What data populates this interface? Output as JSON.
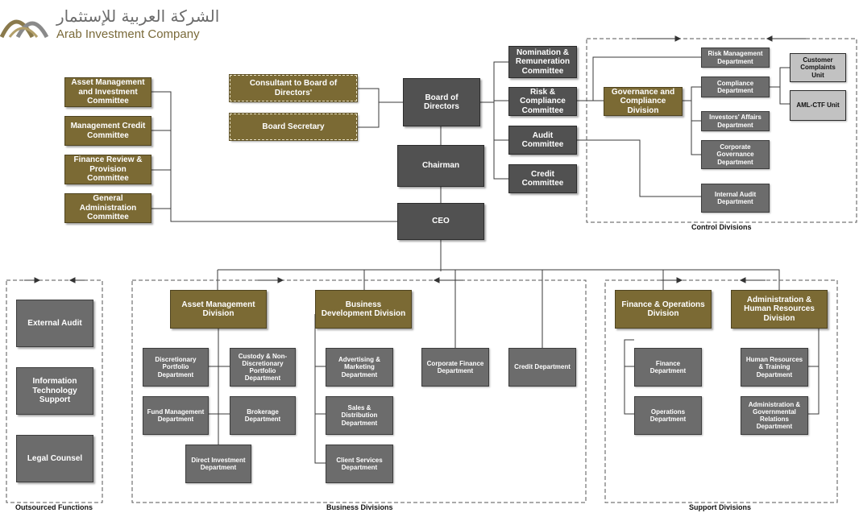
{
  "logo": {
    "arabic": "الشركة العربية للإستثمار",
    "english": "Arab Investment Company"
  },
  "committees_left": [
    "Asset Management and Investment Committee",
    "Management Credit Committee",
    "Finance Review & Provision Committee",
    "General Administration Committee"
  ],
  "consultants": [
    "Consultant to Board of Directors'",
    "Board Secretary"
  ],
  "board": "Board of Directors",
  "chairman": "Chairman",
  "ceo": "CEO",
  "board_committees": [
    "Nomination & Remuneration Committee",
    "Risk & Compliance Committee",
    "Audit Committee",
    "Credit Committee"
  ],
  "governance": "Governance and Compliance Division",
  "control_depts": [
    "Risk Management Department",
    "Compliance Department",
    "Investors' Affairs Department",
    "Corporate Governance Department",
    "Internal Audit Department"
  ],
  "compliance_units": [
    "Customer Complaints Unit",
    "AML-CTF Unit"
  ],
  "outsourced": [
    "External Audit",
    "Information Technology Support",
    "Legal Counsel"
  ],
  "asset_mgmt": {
    "head": "Asset Management Division",
    "depts": [
      "Discretionary Portfolio Department",
      "Custody & Non-Discretionary Portfolio Department",
      "Fund Management Department",
      "Brokerage Department",
      "Direct Investment Department"
    ]
  },
  "bus_dev": {
    "head": "Business Development Division",
    "depts": [
      "Advertising & Marketing Department",
      "Sales & Distribution Department",
      "Client Services Department"
    ]
  },
  "standalone": [
    "Corporate Finance Department",
    "Credit Department"
  ],
  "fin_ops": {
    "head": "Finance & Operations Division",
    "depts": [
      "Finance Department",
      "Operations Department"
    ]
  },
  "admin_hr": {
    "head": "Administration & Human Resources Division",
    "depts": [
      "Human Resources & Training Department",
      "Administration & Governmental Relations Department"
    ]
  },
  "captions": {
    "control": "Control Divisions",
    "outsourced": "Outsourced Functions",
    "business": "Business Divisions",
    "support": "Support Divisions"
  }
}
